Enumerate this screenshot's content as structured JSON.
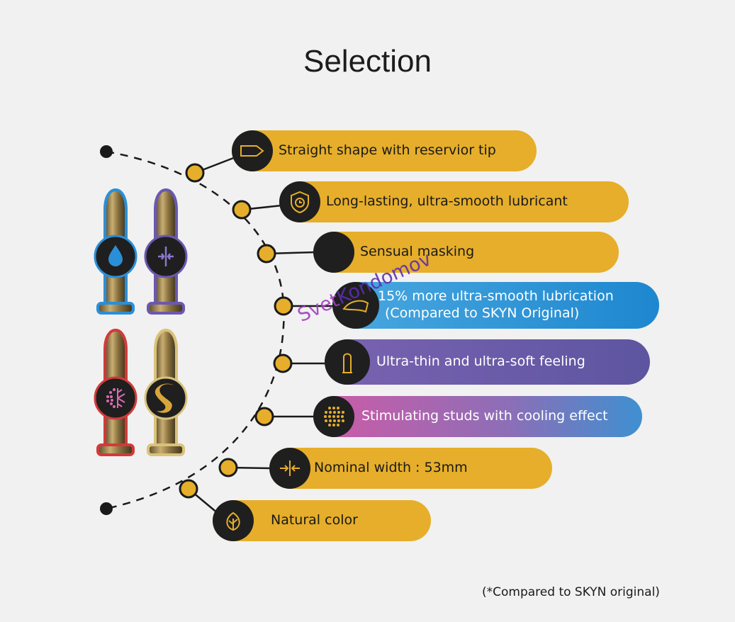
{
  "title": "Selection",
  "features": [
    {
      "label": "Straight shape with reservior tip",
      "icon": "reservoir-tip-icon",
      "color": "#e6ae2a"
    },
    {
      "label": "Long-lasting, ultra-smooth lubricant",
      "icon": "clock-shield-icon",
      "color": "#e6ae2a"
    },
    {
      "label": "Sensual masking",
      "icon": "blank-icon",
      "color": "#e6ae2a"
    },
    {
      "label_line1": "15% more ultra-smooth lubrication",
      "label_line2": "(Compared to SKYN Original)",
      "icon": "lubrication-icon",
      "color": "#1d87cf"
    },
    {
      "label": "Ultra-thin and ultra-soft feeling",
      "icon": "thin-condom-icon",
      "color": "#5d55a0"
    },
    {
      "label": "Stimulating studs with cooling effect",
      "icon": "studs-dots-icon",
      "color": "#c95aa6"
    },
    {
      "label": "Nominal width : 53mm",
      "icon": "width-arrows-icon",
      "color": "#e6ae2a"
    },
    {
      "label": "Natural color",
      "icon": "leaves-icon",
      "color": "#e6ae2a"
    }
  ],
  "products": [
    {
      "icon": "water-drop-icon",
      "outline": "#2a8fd8"
    },
    {
      "icon": "thin-arrows-icon",
      "outline": "#6b58b0"
    },
    {
      "icon": "snowflake-dots-icon",
      "outline": "#d23a3a"
    },
    {
      "icon": "s-swirl-icon",
      "outline": "#d9c27a"
    }
  ],
  "watermark": {
    "part1": "Svet",
    "part2": "Kondomov"
  },
  "footnote": "(*Compared to SKYN original)"
}
